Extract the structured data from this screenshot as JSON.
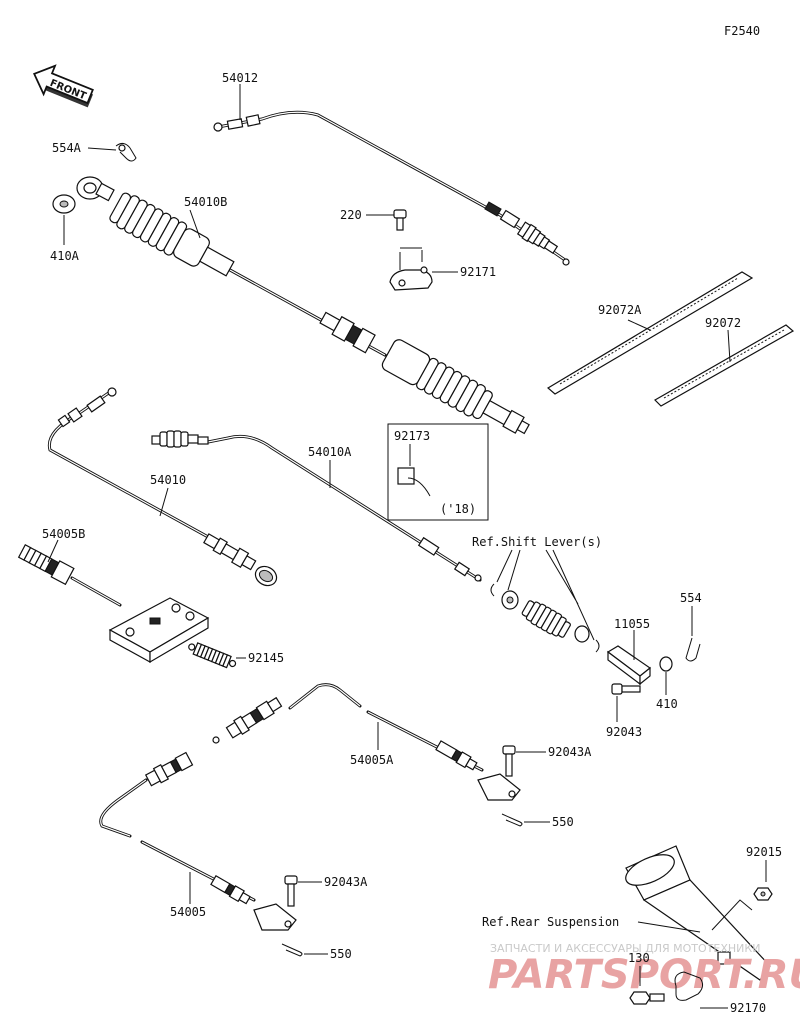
{
  "figure_id": "F2540",
  "front_label": "FRONT",
  "labels": {
    "p54012": "54012",
    "p554A": "554A",
    "p54010B": "54010B",
    "p410A": "410A",
    "p220": "220",
    "p92171": "92171",
    "p92072A": "92072A",
    "p92072": "92072",
    "p54010": "54010",
    "p54010A": "54010A",
    "p92173": "92173",
    "p18": "('18)",
    "ref_shift": "Ref.Shift Lever(s)",
    "p54005B": "54005B",
    "p92145": "92145",
    "p11055": "11055",
    "p554": "554",
    "p410": "410",
    "p92043": "92043",
    "p54005A": "54005A",
    "p92043A_1": "92043A",
    "p550_1": "550",
    "p54005": "54005",
    "p92043A_2": "92043A",
    "p550_2": "550",
    "p92015": "92015",
    "ref_rear": "Ref.Rear Suspension",
    "p130": "130",
    "p92170": "92170"
  },
  "watermark": {
    "line1": "ЗАПЧАСТИ И АКСЕССУАРЫ ДЛЯ МОТОТЕХНИКИ",
    "line2": "PARTSPORT.RU"
  }
}
